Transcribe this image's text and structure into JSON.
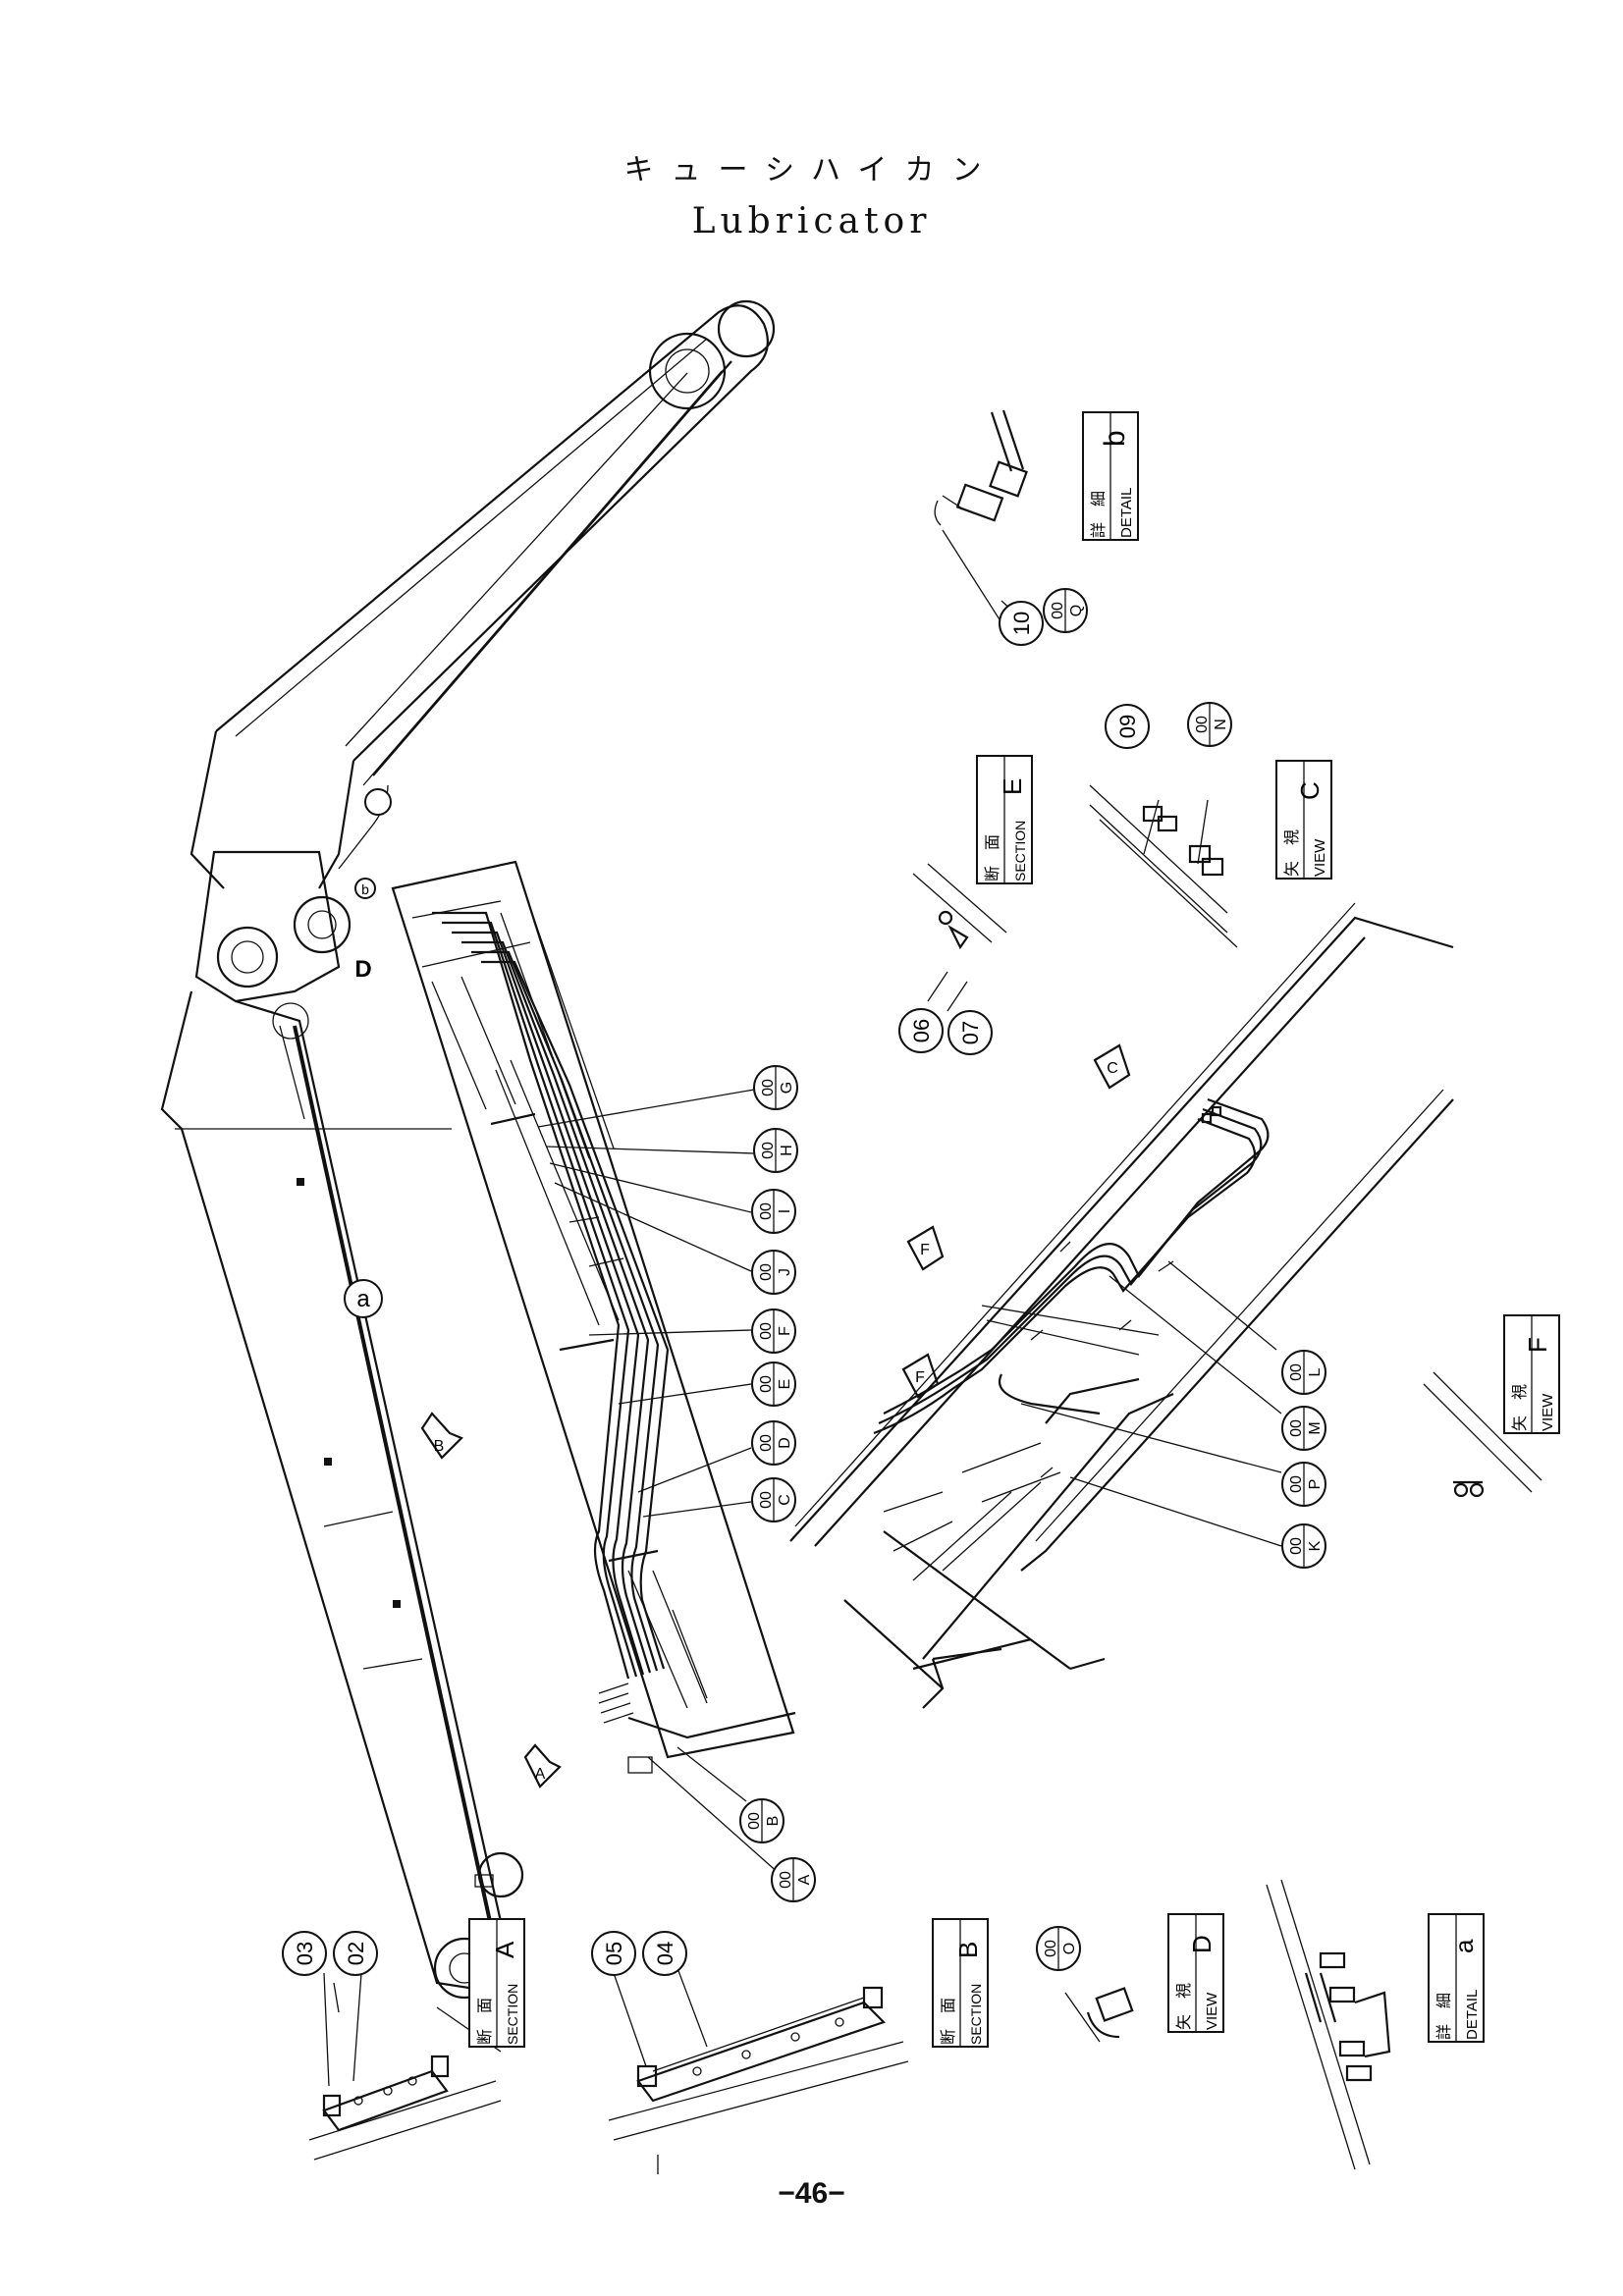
{
  "title_jp": "キューシハイカン",
  "title_en": "Lubricator",
  "page_number": "−46−",
  "balloons": {
    "b10": "10",
    "b00Q_top": "00",
    "b00Q_bot": "Q",
    "b09": "09",
    "b00N_top": "00",
    "b00N_bot": "N",
    "b06": "06",
    "b07": "07",
    "b00G_top": "00",
    "b00G_bot": "G",
    "b00H_top": "00",
    "b00H_bot": "H",
    "b00I_top": "00",
    "b00I_bot": "I",
    "b00J_top": "00",
    "b00J_bot": "J",
    "b00F_top": "00",
    "b00F_bot": "F",
    "b00E_top": "00",
    "b00E_bot": "E",
    "b00D_top": "00",
    "b00D_bot": "D",
    "b00C_top": "00",
    "b00C_bot": "C",
    "b00B_top": "00",
    "b00B_bot": "B",
    "b00A_top": "00",
    "b00A_bot": "A",
    "b00L_top": "00",
    "b00L_bot": "L",
    "b00M_top": "00",
    "b00M_bot": "M",
    "b00P_top": "00",
    "b00P_bot": "P",
    "b00K_top": "00",
    "b00K_bot": "K",
    "b03": "03",
    "b02": "02",
    "b05": "05",
    "b04": "04",
    "b00O_top": "00",
    "b00O_bot": "O"
  },
  "labels": {
    "detail_b": {
      "jp": "詳　細",
      "en": "DETAIL",
      "letter": "b"
    },
    "section_e": {
      "jp": "断　面",
      "en": "SECTION",
      "letter": "E"
    },
    "view_c": {
      "jp": "矢　視",
      "en": "VIEW",
      "letter": "C"
    },
    "view_f": {
      "jp": "矢　視",
      "en": "VIEW",
      "letter": "F"
    },
    "section_a": {
      "jp": "断　面",
      "en": "SECTION",
      "letter": "A"
    },
    "section_b": {
      "jp": "断　面",
      "en": "SECTION",
      "letter": "B"
    },
    "view_d": {
      "jp": "矢　視",
      "en": "VIEW",
      "letter": "D"
    },
    "detail_a": {
      "jp": "詳　細",
      "en": "DETAIL",
      "letter": "a"
    }
  },
  "markers": {
    "boom_a": "a",
    "boom_b_small": "b",
    "boom_D": "D",
    "arrow_A": "A",
    "arrow_B": "B",
    "arrow_C": "C",
    "arrow_F1": "F",
    "arrow_F2": "F"
  }
}
